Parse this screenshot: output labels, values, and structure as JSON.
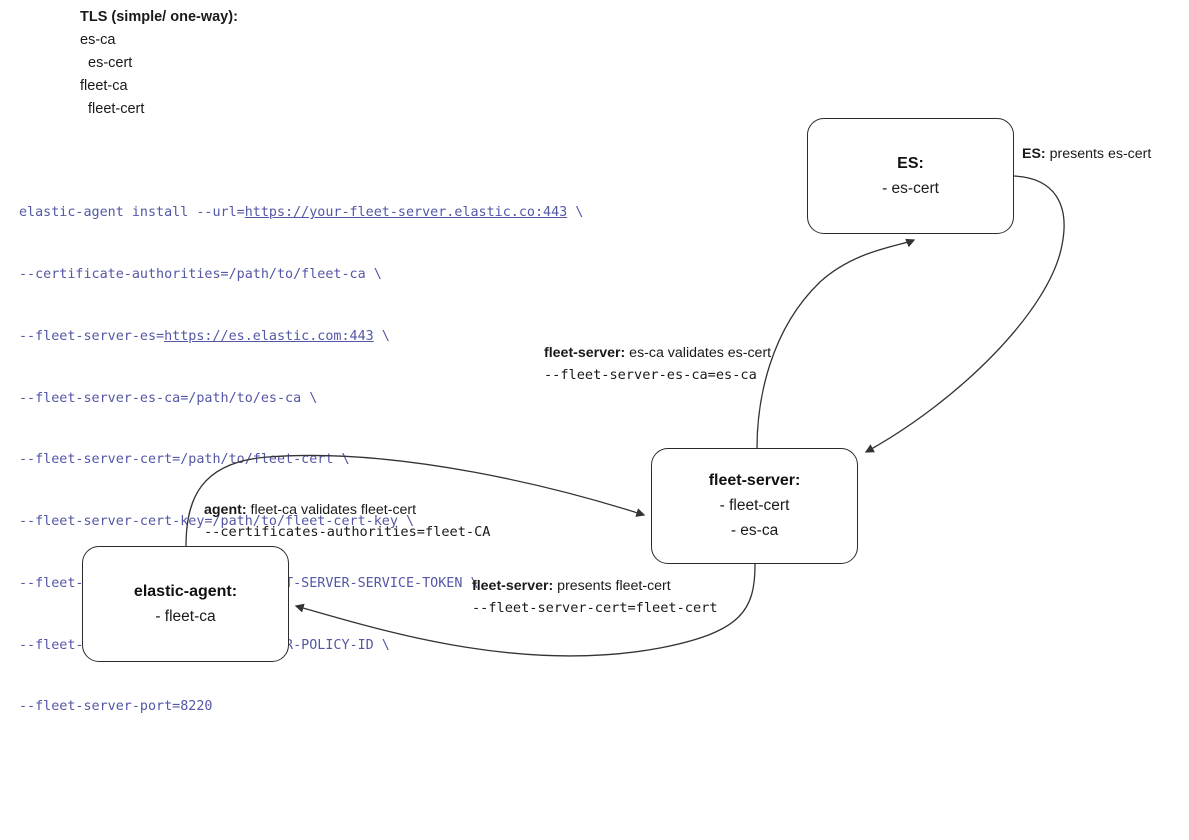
{
  "legend": {
    "title": "TLS (simple/ one-way):",
    "lines": [
      {
        "text": "es-ca",
        "indent": false
      },
      {
        "text": "es-cert",
        "indent": true
      },
      {
        "text": "fleet-ca",
        "indent": false
      },
      {
        "text": "fleet-cert",
        "indent": true
      }
    ]
  },
  "command": {
    "lines": [
      {
        "pre": "elastic-agent install --url=",
        "url": "https://your-fleet-server.elastic.co:443",
        "post": " \\"
      },
      {
        "pre": "--certificate-authorities=/path/to/fleet-ca \\",
        "url": "",
        "post": ""
      },
      {
        "pre": "--fleet-server-es=",
        "url": "https://es.elastic.com:443",
        "post": " \\"
      },
      {
        "pre": "--fleet-server-es-ca=/path/to/es-ca \\",
        "url": "",
        "post": ""
      },
      {
        "pre": "--fleet-server-cert=/path/to/fleet-cert \\",
        "url": "",
        "post": ""
      },
      {
        "pre": "--fleet-server-cert-key=/path/to/fleet-cert-key \\",
        "url": "",
        "post": ""
      },
      {
        "pre": "--fleet-server-service-token=FLEET-SERVER-SERVICE-TOKEN \\",
        "url": "",
        "post": ""
      },
      {
        "pre": "--fleet-server-policy=FLEET-SERVER-POLICY-ID \\",
        "url": "",
        "post": ""
      },
      {
        "pre": "--fleet-server-port=8220",
        "url": "",
        "post": ""
      }
    ]
  },
  "nodes": {
    "es": {
      "title": "ES:",
      "line1": "- es-cert",
      "line2": ""
    },
    "fleet": {
      "title": "fleet-server:",
      "line1": "- fleet-cert",
      "line2": "- es-ca"
    },
    "agent": {
      "title": "elastic-agent:",
      "line1": "- fleet-ca",
      "line2": ""
    }
  },
  "edge_labels": {
    "es_presents": {
      "actor": "ES:",
      "text": " presents es-cert",
      "mono": ""
    },
    "fleet_validates": {
      "actor": "fleet-server:",
      "text": " es-ca validates es-cert",
      "mono": "--fleet-server-es-ca=es-ca"
    },
    "agent_validates": {
      "actor": "agent:",
      "text": " fleet-ca validates fleet-cert",
      "mono": "--certificates-authorities=fleet-CA"
    },
    "fleet_presents": {
      "actor": "fleet-server:",
      "text": " presents fleet-cert",
      "mono": "--fleet-server-cert=fleet-cert"
    }
  },
  "colors": {
    "command_text": "#5357a6",
    "box_border": "#2b2b2b",
    "edge_stroke": "#333333",
    "body_text": "#1a1a1a"
  }
}
